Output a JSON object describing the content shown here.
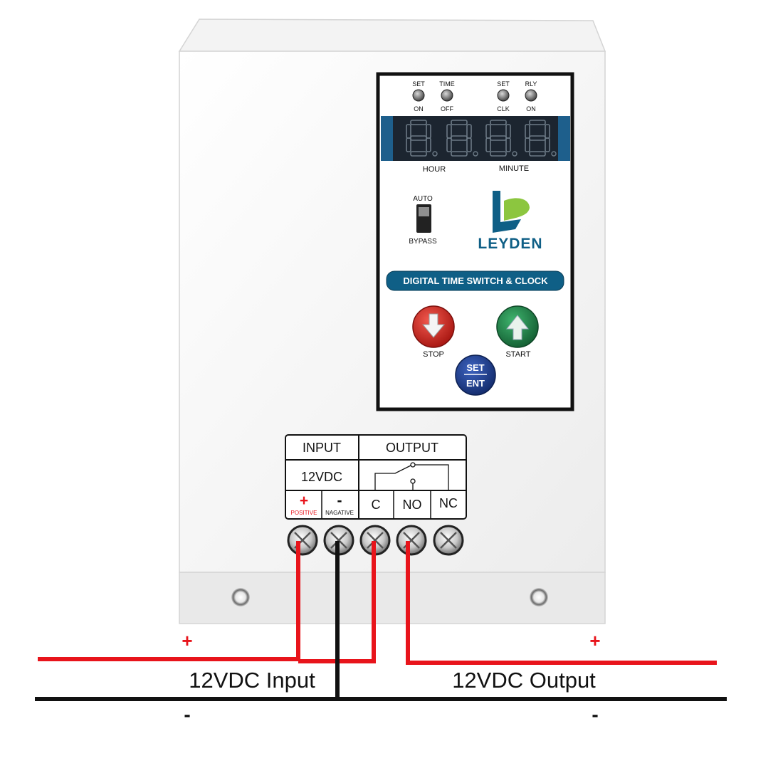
{
  "colors": {
    "wire_positive": "#e8141b",
    "wire_negative": "#111111",
    "brand_blue": "#0f5f86",
    "brand_green": "#8cc63f",
    "stop_red": "#d9241f",
    "start_green": "#1f8a4c",
    "set_blue": "#1b3f93",
    "display_bg": "#1c2c3c",
    "display_frame": "#1e5f8c",
    "enclosure": "#f1f1f1"
  },
  "indicators": [
    {
      "top": "SET",
      "bottom": "ON"
    },
    {
      "top": "TIME",
      "bottom": "OFF"
    },
    {
      "top": "SET",
      "bottom": "CLK"
    },
    {
      "top": "RLY",
      "bottom": "ON"
    }
  ],
  "display": {
    "hour_label": "HOUR",
    "minute_label": "MINUTE"
  },
  "mode_switch": {
    "top_label": "AUTO",
    "bottom_label": "BYPASS"
  },
  "brand": {
    "name": "LEYDEN",
    "logo": "leyden-logo-icon"
  },
  "product_title": "DIGITAL TIME SWITCH & CLOCK",
  "buttons": {
    "stop_label": "STOP",
    "start_label": "START",
    "set_top": "SET",
    "set_bottom": "ENT"
  },
  "terminal_block": {
    "input_header": "INPUT",
    "output_header": "OUTPUT",
    "voltage": "12VDC",
    "positive_symbol": "+",
    "positive_label": "POSITIVE",
    "negative_symbol": "-",
    "negative_label": "NAGATIVE",
    "terminals": [
      "C",
      "NO",
      "NC"
    ]
  },
  "wiring": {
    "input_label": "12VDC Input",
    "output_label": "12VDC Output",
    "plus_symbol": "+",
    "minus_symbol": "-"
  }
}
